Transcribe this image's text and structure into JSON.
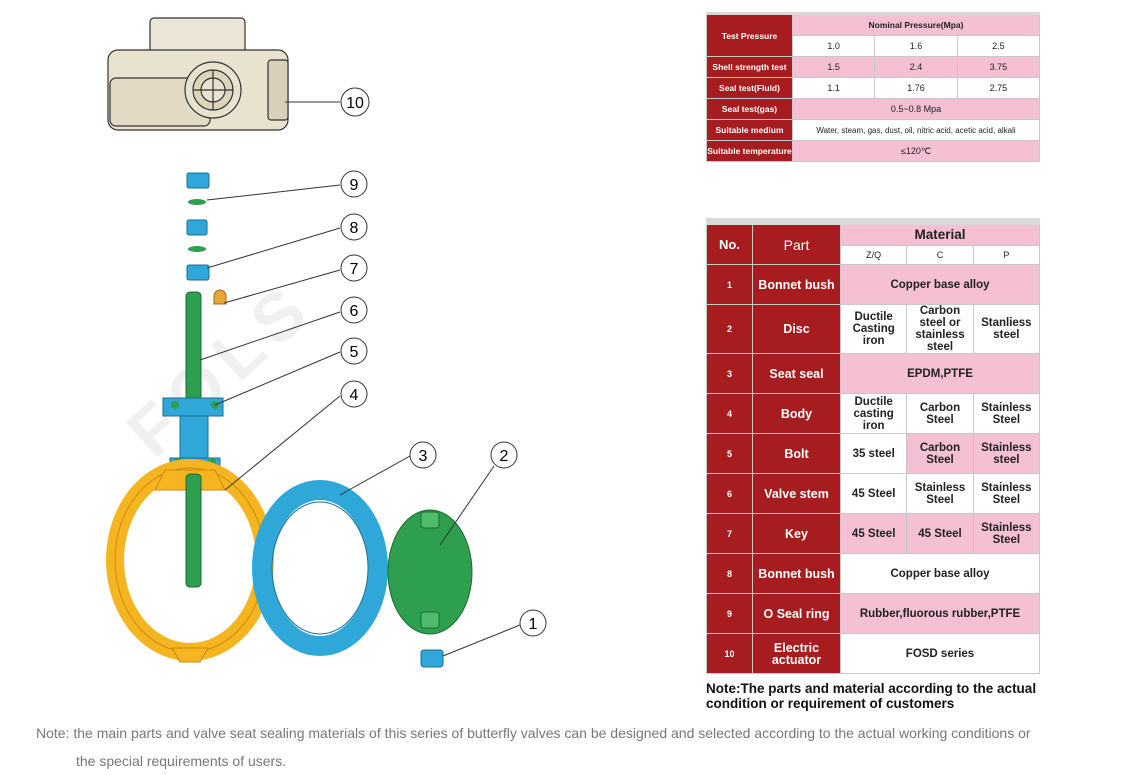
{
  "pressure_table": {
    "test_pressure_label": "Test Pressure",
    "nominal_label": "Nominal Pressure(Mpa)",
    "nominal_values": [
      "1.0",
      "1.6",
      "2.5"
    ],
    "rows": [
      {
        "label": "Shell strength test",
        "values": [
          "1.5",
          "2.4",
          "3.75"
        ]
      },
      {
        "label": "Seal test(Fluid)",
        "values": [
          "1.1",
          "1.76",
          "2.75"
        ]
      }
    ],
    "seal_gas": {
      "label": "Seal test(gas)",
      "value": "0.5~0.8 Mpa"
    },
    "medium": {
      "label": "Suitable medium",
      "value": "Water, steam, gas, dust, oil, nitric acid, acetic acid, alkali"
    },
    "temperature": {
      "label": "Suitable temperature",
      "value": "≤120℃"
    }
  },
  "material_table": {
    "no_header": "No.",
    "part_header": "Part",
    "material_header": "Material",
    "sub_headers": [
      "Z/Q",
      "C",
      "P"
    ],
    "rows": [
      {
        "no": "1",
        "part": "Bonnet bush",
        "merged": "Copper base alloy"
      },
      {
        "no": "2",
        "part": "Disc",
        "cells": [
          "Ductile Casting iron",
          "Carbon steel or stainless steel",
          "Stanliess steel"
        ]
      },
      {
        "no": "3",
        "part": "Seat seal",
        "merged": "EPDM,PTFE"
      },
      {
        "no": "4",
        "part": "Body",
        "cells": [
          "Ductile casting iron",
          "Carbon Steel",
          "Stainless Steel"
        ]
      },
      {
        "no": "5",
        "part": "Bolt",
        "cells": [
          "35 steel",
          "Carbon Steel",
          "Stainless steel"
        ]
      },
      {
        "no": "6",
        "part": "Valve stem",
        "cells": [
          "45 Steel",
          "Stainless Steel",
          "Stainless Steel"
        ]
      },
      {
        "no": "7",
        "part": "Key",
        "cells": [
          "45 Steel",
          "45 Steel",
          "Stainless Steel"
        ]
      },
      {
        "no": "8",
        "part": "Bonnet bush",
        "merged": "Copper base alloy"
      },
      {
        "no": "9",
        "part": "O Seal ring",
        "merged": "Rubber,fluorous rubber,PTFE"
      },
      {
        "no": "10",
        "part": "Electric actuator",
        "merged": "FOSD series"
      }
    ]
  },
  "callouts": [
    "1",
    "2",
    "3",
    "4",
    "5",
    "6",
    "7",
    "8",
    "9",
    "10"
  ],
  "note_right": "Note:The parts and material according to the actual condition or requirement of customers",
  "note_bottom_line1": "Note: the main parts and valve seat sealing materials of this series of butterfly valves can be designed and selected according to the actual working conditions or",
  "note_bottom_line2": "the special requirements of users.",
  "watermark_text": "FOLS",
  "colors": {
    "header_red": "#a71c1e",
    "pink": "#f5bfd4",
    "body_yellow": "#f5b520",
    "seat_blue": "#2fa7d8",
    "disc_green": "#2e9e4f"
  }
}
